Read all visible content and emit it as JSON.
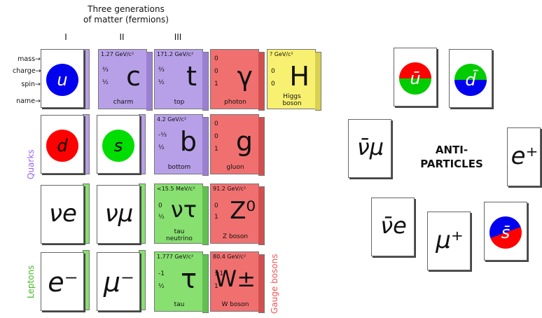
{
  "header": {
    "line1": "Three generations",
    "line2": "of matter (fermions)"
  },
  "generations": [
    "I",
    "II",
    "III"
  ],
  "row_labels": {
    "mass": "mass→",
    "charge": "charge→",
    "spin": "spin→",
    "name": "name→"
  },
  "group_labels": {
    "quarks": "Quarks",
    "leptons": "Leptons",
    "gauge": "Gauge bosons"
  },
  "colors": {
    "quark": "#b8a0e8",
    "lepton": "#88e070",
    "gauge": "#f07070",
    "higgs": "#f8f070",
    "red": "#ff0000",
    "green": "#00cc00",
    "blue": "#0000ee"
  },
  "particles": {
    "up": {
      "symbol": "u"
    },
    "charm": {
      "mass": "1.27 GeV/c²",
      "charge": "⅔",
      "spin": "½",
      "symbol": "c",
      "name": "charm"
    },
    "top": {
      "mass": "171.2 GeV/c²",
      "charge": "⅔",
      "spin": "½",
      "symbol": "t",
      "name": "top"
    },
    "photon": {
      "mass": "0",
      "charge": "0",
      "spin": "1",
      "symbol": "γ",
      "name": "photon"
    },
    "higgs": {
      "mass": "? GeV/c²",
      "charge": "0",
      "spin": "0",
      "symbol": "H",
      "name1": "Higgs",
      "name2": "boson"
    },
    "down": {
      "symbol": "d"
    },
    "strange": {
      "symbol": "s"
    },
    "bottom": {
      "mass": "4.2 GeV/c²",
      "charge": "-⅓",
      "spin": "½",
      "symbol": "b",
      "name": "bottom"
    },
    "gluon": {
      "mass": "0",
      "charge": "0",
      "spin": "1",
      "symbol": "g",
      "name": "gluon"
    },
    "nu_e": {
      "symbol": "νe"
    },
    "nu_mu": {
      "symbol": "νμ"
    },
    "nu_tau": {
      "mass": "<15.5 MeV/c²",
      "charge": "0",
      "spin": "½",
      "symbol": "ντ",
      "name1": "tau",
      "name2": "neutrino"
    },
    "z": {
      "mass": "91.2 GeV/c²",
      "charge": "0",
      "spin": "1",
      "symbol": "Z⁰",
      "name": "Z boson"
    },
    "electron": {
      "symbol": "e⁻"
    },
    "muon": {
      "symbol": "μ⁻"
    },
    "tau": {
      "mass": "1.777 GeV/c²",
      "charge": "-1",
      "spin": "½",
      "symbol": "τ",
      "name": "tau"
    },
    "w": {
      "mass": "80.4 GeV/c²",
      "charge": "±1",
      "spin": "1",
      "symbol": "W±",
      "name": "W boson"
    }
  },
  "antiparticles": {
    "title1": "ANTI-",
    "title2": "PARTICLES",
    "anti_u": "ū",
    "anti_d": "d̄",
    "anti_numu": "ν̄μ",
    "positron": "e⁺",
    "anti_nue": "ν̄e",
    "antimuon": "μ⁺",
    "anti_s": "s̄"
  }
}
